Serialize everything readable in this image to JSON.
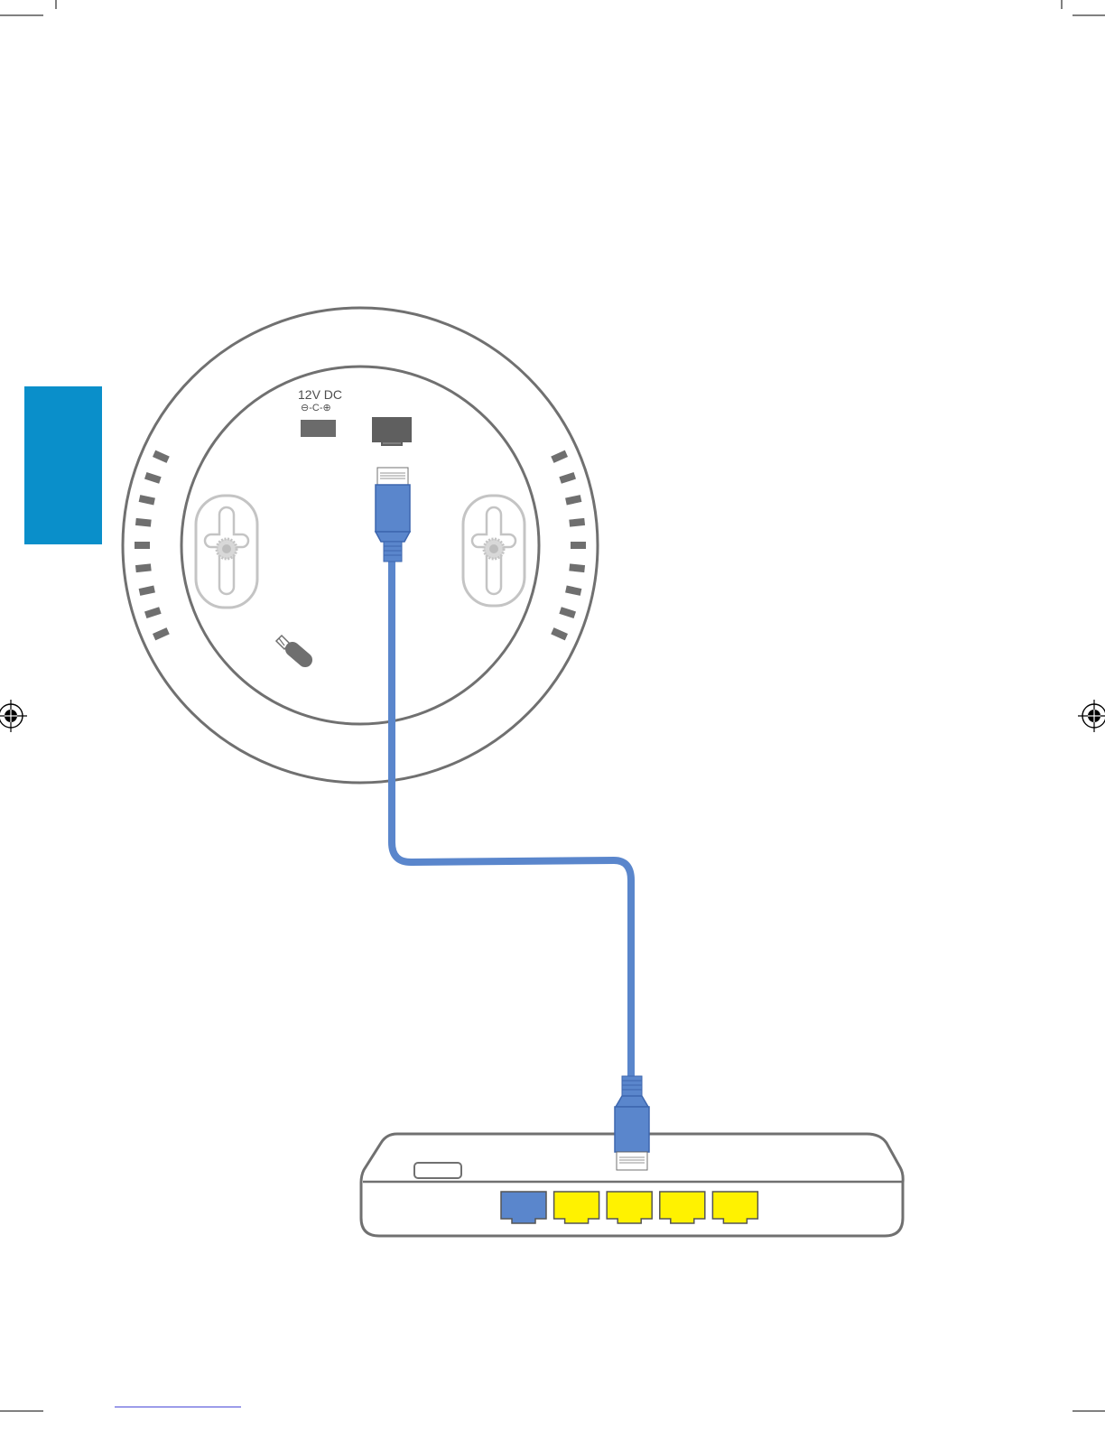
{
  "colors": {
    "accent_tab": "#0a8fca",
    "cable_blue": "#5a86cc",
    "lan_yellow": "#fff200",
    "device_outline": "#707070",
    "mount_outline": "#c4c4c4",
    "vent_gray": "#6f6f6f",
    "footer_rule": "#4a4ad8"
  },
  "access_point": {
    "power_label": "12V DC",
    "power_symbol": "⊖-C-⊕"
  },
  "router": {
    "wan_ports": 1,
    "lan_ports": 4
  },
  "icons": [
    "reset-pin-icon",
    "crop-mark-icon",
    "registration-mark-icon"
  ]
}
